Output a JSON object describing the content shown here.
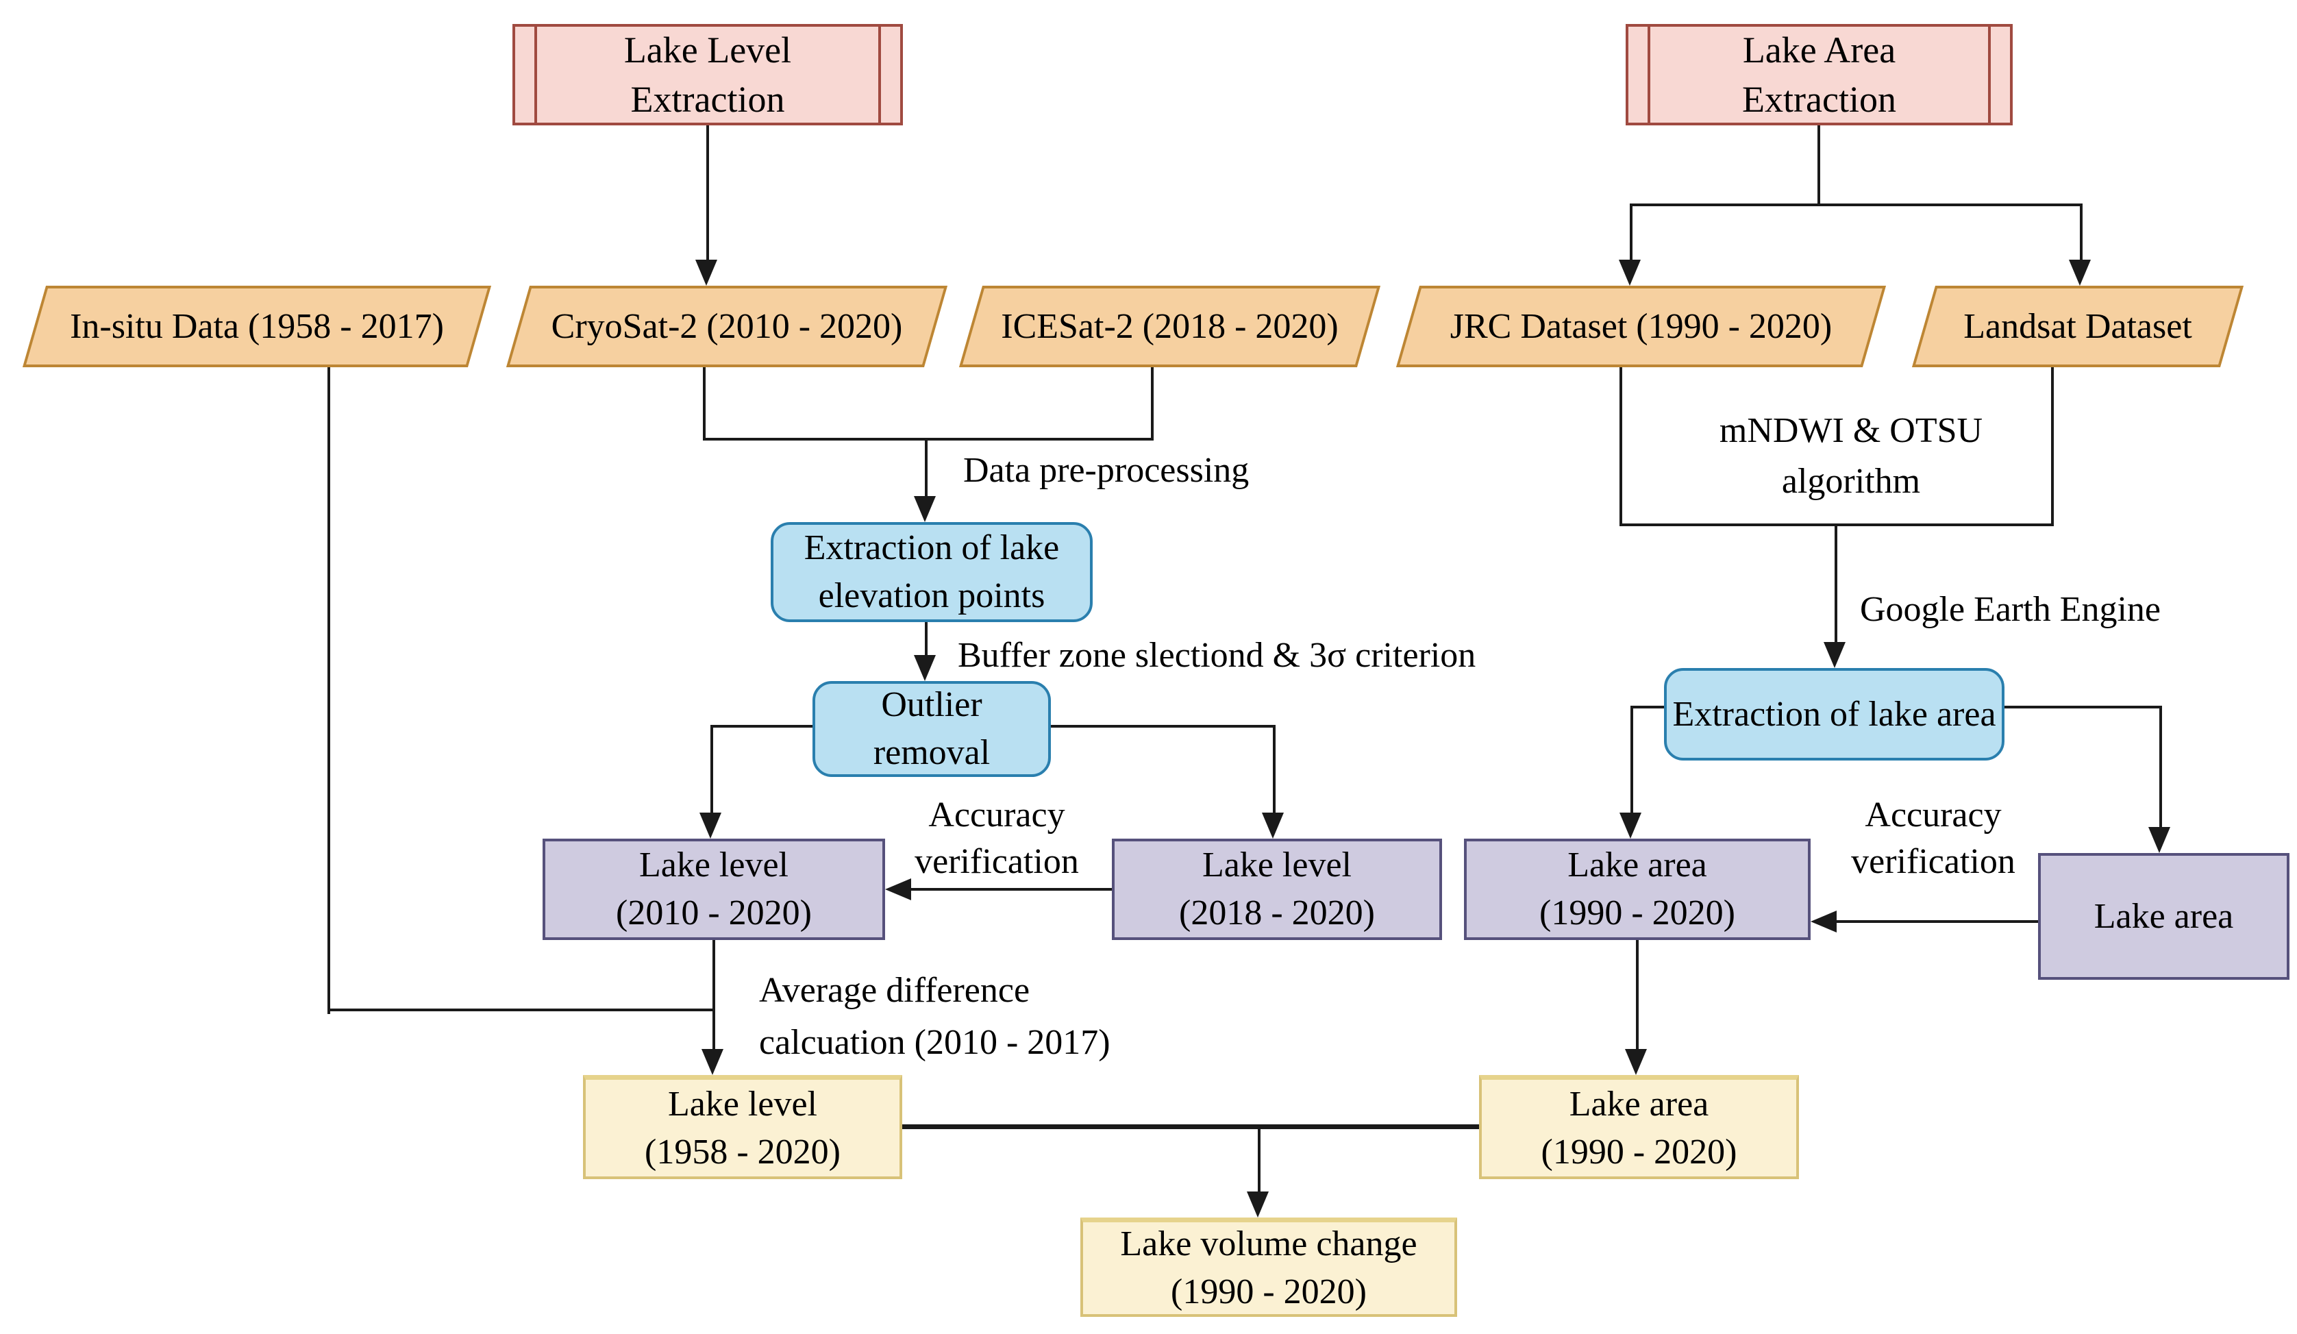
{
  "figure": {
    "type": "flowchart",
    "description": "Workflow of lake level and lake area extraction leading to lake volume change"
  },
  "nodes": {
    "lakeLevelExtraction": {
      "line1": "Lake Level",
      "line2": "Extraction"
    },
    "lakeAreaExtraction": {
      "line1": "Lake Area",
      "line2": "Extraction"
    },
    "inSituData": {
      "line1": "In-situ Data (1958 - 2017)"
    },
    "cryosat2": {
      "line1": "CryoSat-2 (2010 - 2020)"
    },
    "icesat2": {
      "line1": "ICESat-2 (2018 - 2020)"
    },
    "jrcDataset": {
      "line1": "JRC Dataset (1990 - 2020)"
    },
    "landsatDataset": {
      "line1": "Landsat Dataset"
    },
    "extractionElevationPoints": {
      "line1": "Extraction of lake",
      "line2": "elevation points"
    },
    "outlierRemoval": {
      "line1": "Outlier",
      "line2": "removal"
    },
    "extractionLakeArea": {
      "line1": "Extraction of lake area"
    },
    "lakeLevel2010": {
      "line1": "Lake level",
      "line2": "(2010 - 2020)"
    },
    "lakeLevel2018": {
      "line1": "Lake level",
      "line2": "(2018 - 2020)"
    },
    "lakeArea1990Purple": {
      "line1": "Lake area",
      "line2": "(1990 - 2020)"
    },
    "lakeAreaVerif": {
      "line1": "Lake area"
    },
    "lakeLevel1958": {
      "line1": "Lake level",
      "line2": "(1958 - 2020)"
    },
    "lakeArea1990Yellow": {
      "line1": "Lake area",
      "line2": "(1990 - 2020)"
    },
    "lakeVolumeChange": {
      "line1": "Lake volume change",
      "line2": "(1990 - 2020)"
    }
  },
  "edge_labels": {
    "dataPreprocessing": "Data pre-processing",
    "bufferZone": "Buffer zone slectiond & 3σ criterion",
    "accuracyLeft": {
      "line1": "Accuracy",
      "line2": "verification"
    },
    "accuracyRight": {
      "line1": "Accuracy",
      "line2": "verification"
    },
    "mndwiOtsu": {
      "line1": "mNDWI & OTSU",
      "line2": "algorithm"
    },
    "googleEarthEngine": "Google Earth Engine",
    "averageDifference": {
      "line1": "Average difference",
      "line2": "calcuation (2010 - 2017)"
    }
  },
  "colors": {
    "background": "#ffffff",
    "line": "#1a1a1a",
    "text": "#000000",
    "predefined_fill": "#f8d8d3",
    "predefined_border": "#a04a40",
    "input_fill": "#f6d0a0",
    "input_border": "#bd8634",
    "process_fill": "#b9e0f2",
    "process_border": "#2a7fae",
    "intermediate_fill": "#cfcbe0",
    "intermediate_border": "#56517c",
    "result_fill": "#fbf1d3",
    "result_border": "#d8c278"
  }
}
